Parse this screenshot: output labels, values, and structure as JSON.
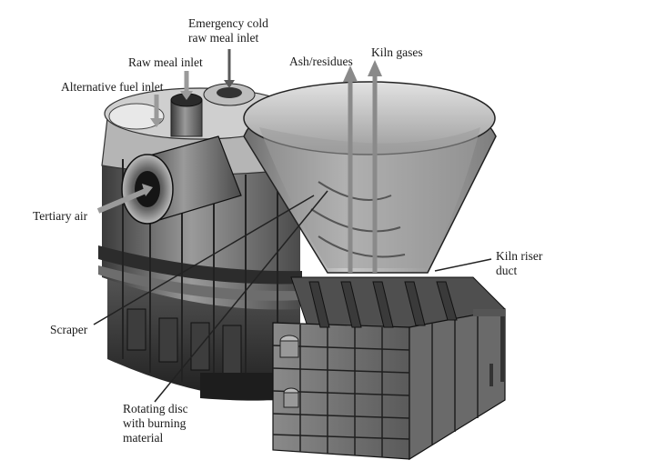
{
  "labels": {
    "emergency_inlet": [
      "Emergency cold",
      "raw meal inlet"
    ],
    "raw_meal_inlet": "Raw meal inlet",
    "alt_fuel_inlet": "Alternative fuel inlet",
    "ash_residues": "Ash/residues",
    "kiln_gases": "Kiln gases",
    "tertiary_air": "Tertiary air",
    "kiln_riser": [
      "Kiln riser",
      "duct"
    ],
    "scraper": "Scraper",
    "rotating_disc": [
      "Rotating disc",
      "with burning",
      "material"
    ]
  }
}
